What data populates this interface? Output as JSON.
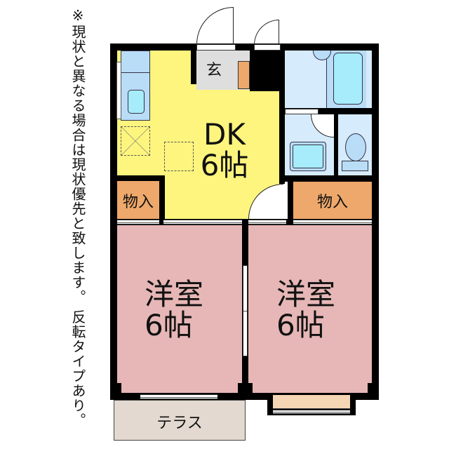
{
  "note": "※現状と異なる場合は現状優先と致します。 反転タイプあり。",
  "rooms": {
    "dk": {
      "label": "DK\n6帖",
      "color": "#fdf57e"
    },
    "genkan": {
      "label": "玄",
      "color": "#dedede"
    },
    "storage_left": {
      "label": "物入",
      "color": "#eea86b"
    },
    "storage_right": {
      "label": "物入",
      "color": "#eea86b"
    },
    "western_left": {
      "label": "洋室\n6帖",
      "color": "#e6b7b6"
    },
    "western_right": {
      "label": "洋室\n6帖",
      "color": "#e6b7b6"
    },
    "terrace": {
      "label": "テラス",
      "color": "#e3d9d0"
    },
    "bath": {
      "label": "",
      "color": "#d6ebfb"
    },
    "washroom": {
      "label": "",
      "color": "#d6ebfb"
    },
    "toilet": {
      "label": "",
      "color": "#d6ebfb"
    },
    "balcony": {
      "label": "",
      "color": "#f4d5b4"
    }
  },
  "colors": {
    "wall": "#000000",
    "fixture_blue": "#b9dcf7",
    "fixture_cyan": "#a6ecfb"
  }
}
